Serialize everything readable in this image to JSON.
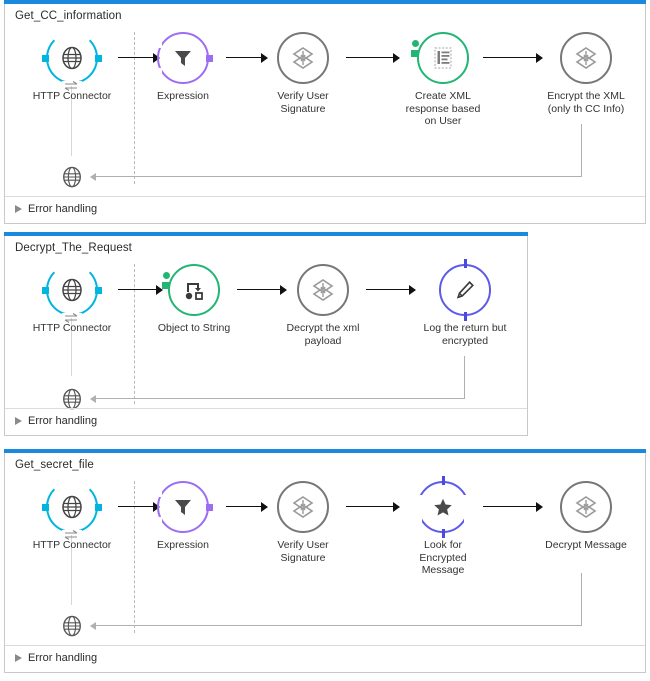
{
  "theme": {
    "panel_border": "#c9c9c9",
    "panel_topbar": "#1b8ade",
    "http_cyan": "#00b6de",
    "expression_purple": "#9b6ef3",
    "transform_gray": "#777777",
    "green": "#22b573",
    "logger_blue": "#5b5be8",
    "arrow_black": "#111111",
    "return_gray": "#b0b0b0",
    "text": "#333333"
  },
  "flows": [
    {
      "name": "Get_CC_information",
      "error_handling_label": "Error handling",
      "source": {
        "label": "HTTP Connector",
        "icon": "globe-icon"
      },
      "return": {
        "icon": "globe-icon"
      },
      "steps": [
        {
          "label": "Expression",
          "icon": "filter-funnel-icon",
          "style": "purple"
        },
        {
          "label": "Verify User\nSignature",
          "icon": "transform-diamond-icon",
          "style": "gray"
        },
        {
          "label": "Create XML\nresponse based\non User",
          "icon": "xml-document-icon",
          "style": "green"
        },
        {
          "label": "Encrypt the XML\n(only th CC Info)",
          "icon": "transform-diamond-icon",
          "style": "gray"
        }
      ]
    },
    {
      "name": "Decrypt_The_Request",
      "error_handling_label": "Error handling",
      "source": {
        "label": "HTTP Connector",
        "icon": "globe-icon"
      },
      "return": {
        "icon": "globe-icon"
      },
      "steps": [
        {
          "label": "Object to String",
          "icon": "object-transform-icon",
          "style": "green"
        },
        {
          "label": "Decrypt the xml\npayload",
          "icon": "transform-diamond-icon",
          "style": "gray"
        },
        {
          "label": "Log the return but\nencrypted",
          "icon": "pencil-logger-icon",
          "style": "blue"
        }
      ]
    },
    {
      "name": "Get_secret_file",
      "error_handling_label": "Error handling",
      "source": {
        "label": "HTTP Connector",
        "icon": "globe-icon"
      },
      "return": {
        "icon": "globe-icon"
      },
      "steps": [
        {
          "label": "Expression",
          "icon": "filter-funnel-icon",
          "style": "purple"
        },
        {
          "label": "Verify User\nSignature",
          "icon": "transform-diamond-icon",
          "style": "gray"
        },
        {
          "label": "Look for\nEncrypted\nMessage",
          "icon": "star-icon",
          "style": "blue"
        },
        {
          "label": "Decrypt Message",
          "icon": "transform-diamond-icon",
          "style": "gray"
        }
      ]
    }
  ]
}
